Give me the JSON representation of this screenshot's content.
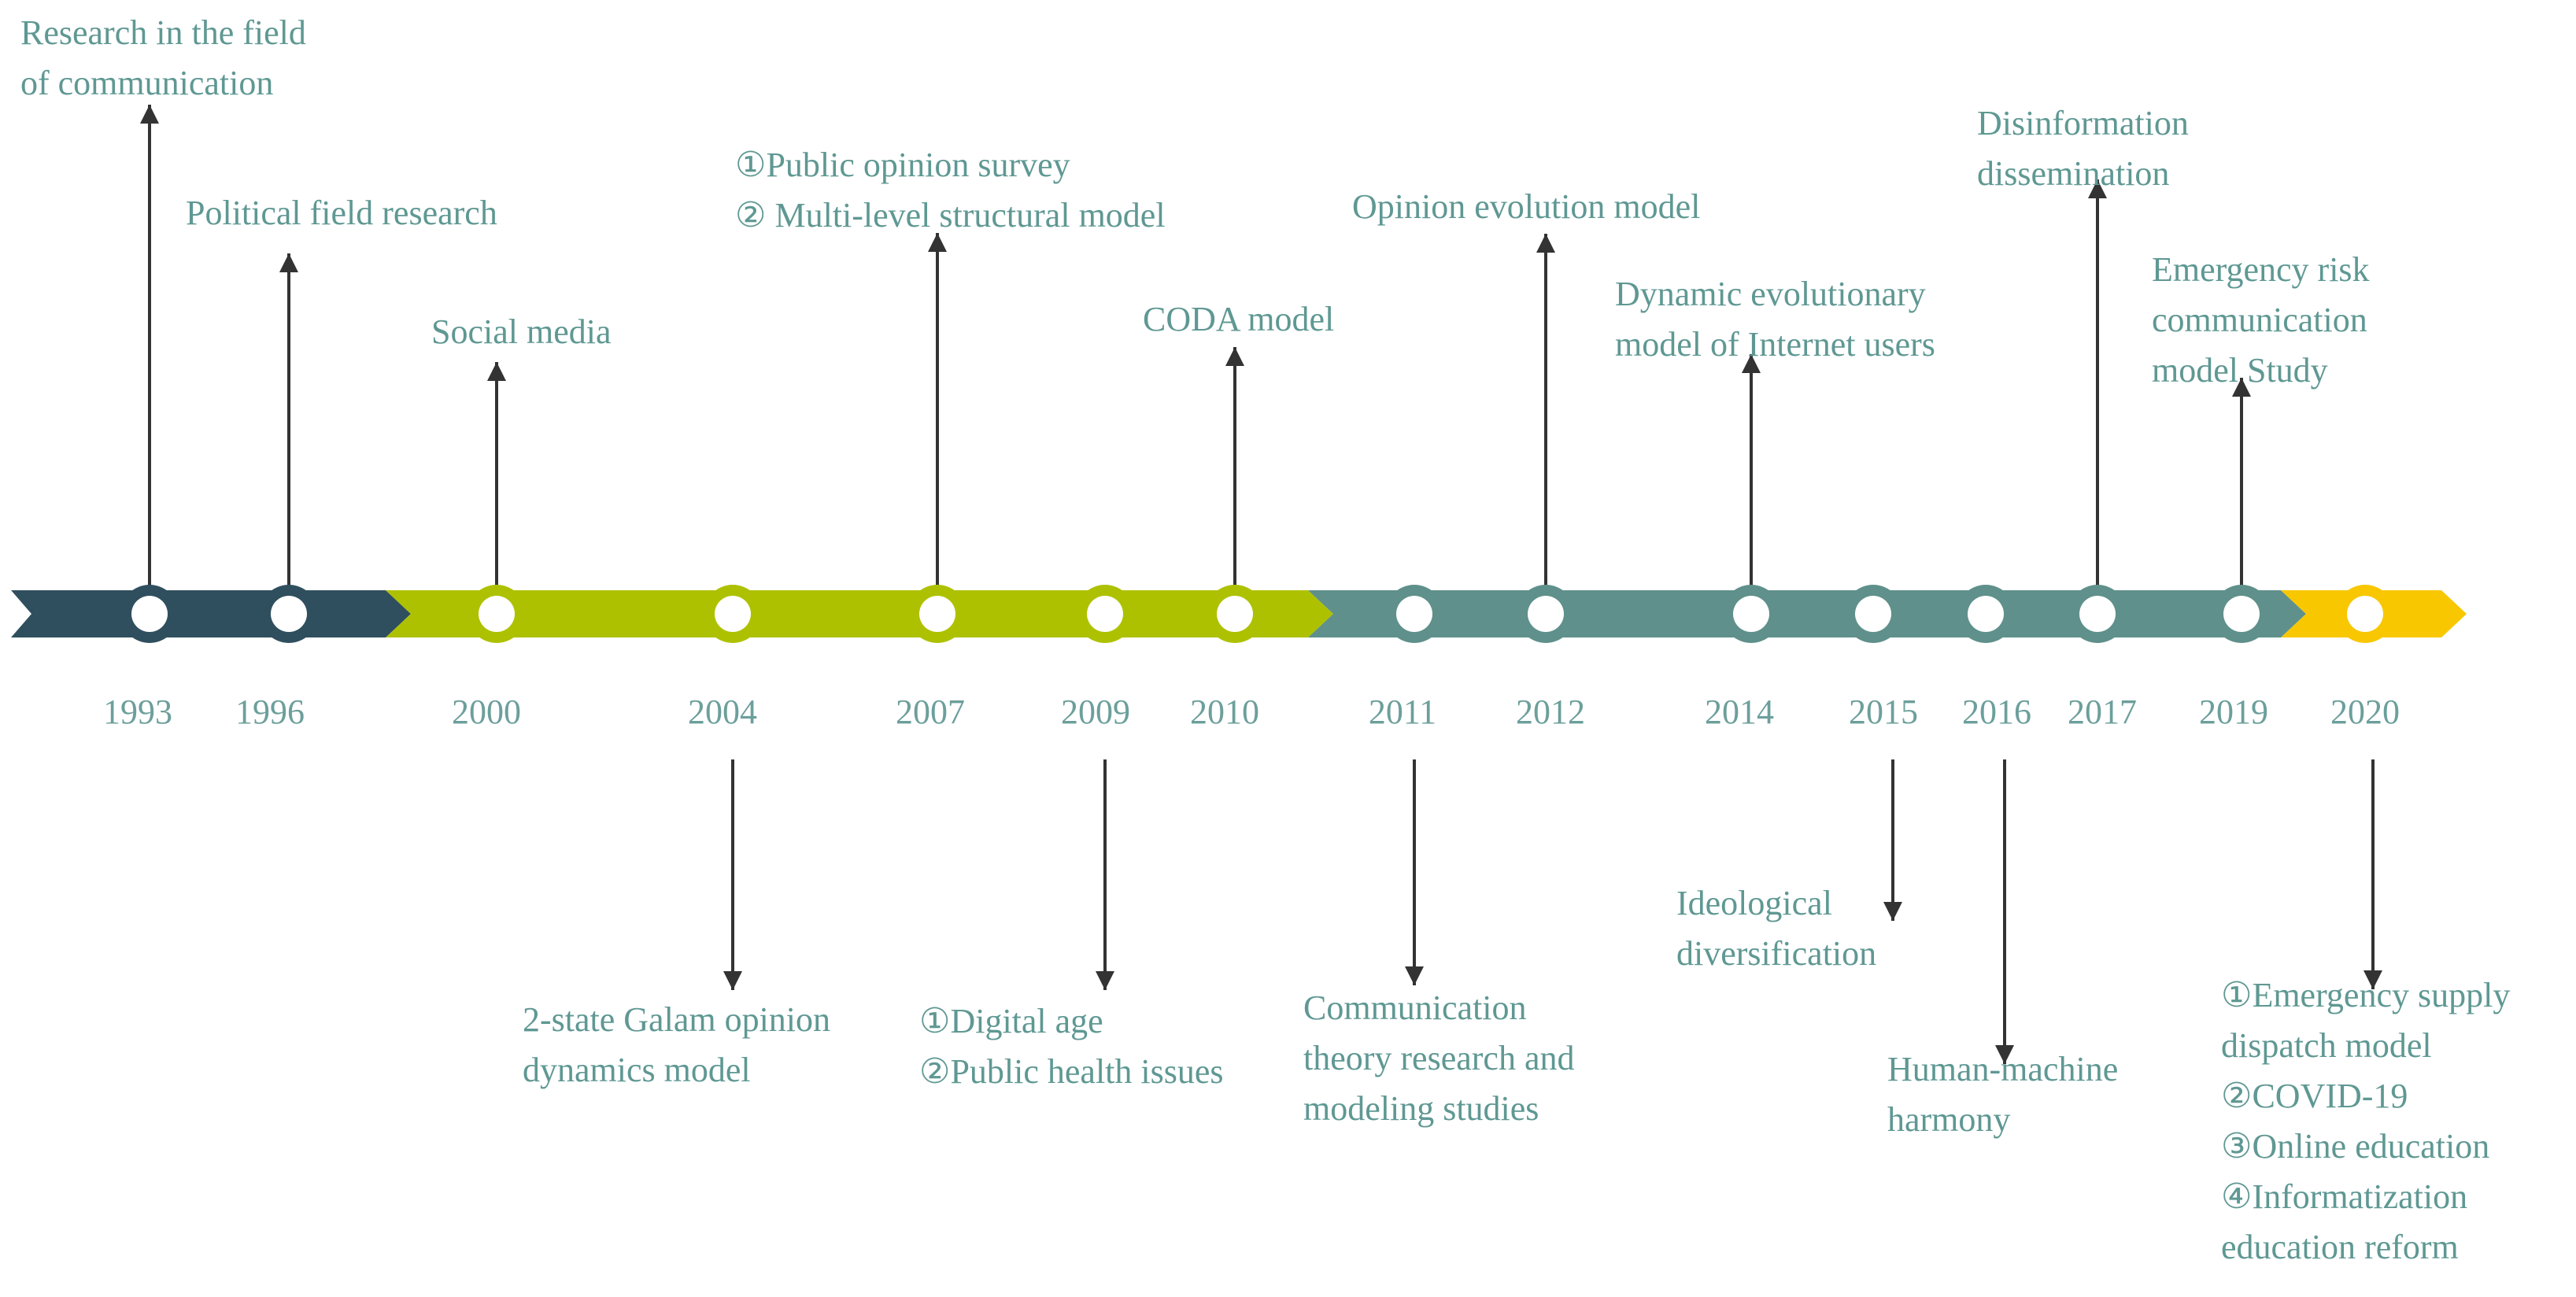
{
  "colors": {
    "navy": "#2f4f5e",
    "lime": "#aec100",
    "teal": "#5f908b",
    "gold": "#f8c700",
    "text": "#5f9893",
    "arrow": "#333333"
  },
  "years": [
    "1993",
    "1996",
    "2000",
    "2004",
    "2007",
    "2009",
    "2010",
    "2011",
    "2012",
    "2014",
    "2015",
    "2016",
    "2017",
    "2019",
    "2020"
  ],
  "events_above": [
    {
      "year": "1993",
      "lines": [
        "Research in the field",
        "of communication"
      ]
    },
    {
      "year": "1996",
      "lines": [
        "Political field research"
      ]
    },
    {
      "year": "2000",
      "lines": [
        "Social media"
      ]
    },
    {
      "year": "2007",
      "lines": [
        "①Public opinion survey",
        "② Multi-level structural model"
      ]
    },
    {
      "year": "2010",
      "lines": [
        "CODA model"
      ]
    },
    {
      "year": "2012",
      "lines": [
        "Opinion evolution model"
      ]
    },
    {
      "year": "2014",
      "lines": [
        "Dynamic evolutionary",
        "model of Internet users"
      ]
    },
    {
      "year": "2017",
      "lines": [
        "Disinformation",
        "dissemination"
      ]
    },
    {
      "year": "2019",
      "lines": [
        "Emergency risk",
        "communication",
        "model Study"
      ]
    }
  ],
  "events_below": [
    {
      "year": "2004",
      "lines": [
        "2-state Galam opinion",
        "dynamics model"
      ]
    },
    {
      "year": "2009",
      "lines": [
        "①Digital age",
        "②Public health issues"
      ]
    },
    {
      "year": "2011",
      "lines": [
        "Communication",
        "theory research and",
        "modeling studies"
      ]
    },
    {
      "year": "2015",
      "lines": [
        "Ideological",
        "diversification"
      ]
    },
    {
      "year": "2016",
      "lines": [
        "Human-machine",
        "harmony"
      ]
    },
    {
      "year": "2020",
      "lines": [
        "①Emergency supply",
        "dispatch model",
        "②COVID-19",
        "③Online education",
        "④Informatization",
        "education reform"
      ]
    }
  ]
}
